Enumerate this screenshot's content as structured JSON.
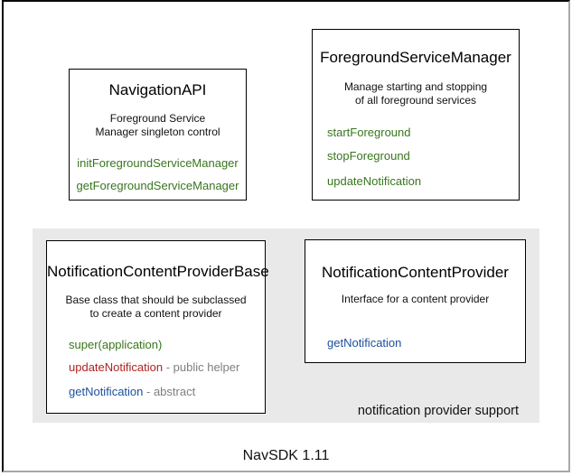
{
  "footer": {
    "label": "NavSDK 1.11"
  },
  "group": {
    "label": "notification provider support"
  },
  "colors": {
    "green": "#38761d",
    "red": "#b22222",
    "blue": "#1c4f9e",
    "gray": "#7f7f7f",
    "group_bg": "#e9e9e9",
    "box_border": "#000000"
  },
  "boxes": [
    {
      "title": "NavigationAPI",
      "description": [
        "Foreground Service",
        "Manager singleton control"
      ],
      "methods": [
        {
          "label": "initForegroundServiceManager",
          "color": "green"
        },
        {
          "label": "getForegroundServiceManager",
          "color": "green"
        }
      ]
    },
    {
      "title": "ForegroundServiceManager",
      "description": [
        "Manage starting and stopping",
        "of all foreground services"
      ],
      "methods": [
        {
          "label": "startForeground",
          "color": "green"
        },
        {
          "label": "stopForeground",
          "color": "green"
        },
        {
          "label": "updateNotification",
          "color": "green"
        }
      ]
    },
    {
      "title": "NotificationContentProviderBase",
      "description": [
        "Base class that should be subclassed",
        "to create a content provider"
      ],
      "methods": [
        {
          "label": "super(application)",
          "color": "green",
          "suffix": ""
        },
        {
          "label": "updateNotification",
          "color": "red",
          "suffix": " - public helper"
        },
        {
          "label": "getNotification",
          "color": "blue",
          "suffix": " - abstract"
        }
      ]
    },
    {
      "title": "NotificationContentProvider",
      "description": [
        "Interface for a content provider"
      ],
      "methods": [
        {
          "label": "getNotification",
          "color": "blue"
        }
      ]
    }
  ]
}
